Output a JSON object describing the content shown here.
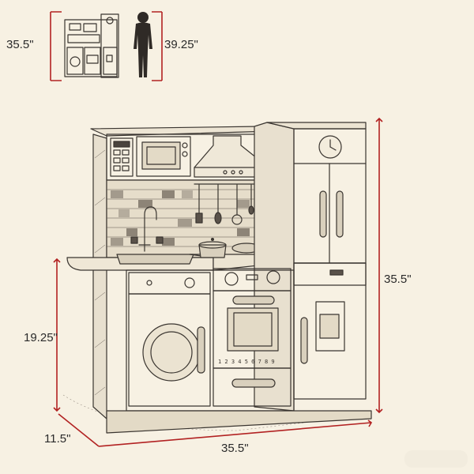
{
  "dimensions": {
    "thumb_width": "35.5\"",
    "thumb_height": "39.25\"",
    "height": "35.5\"",
    "counter_height": "19.25\"",
    "depth": "11.5\"",
    "width": "35.5\""
  },
  "oven_dial_digits": "1 2 3 4 5 6 7 8 9",
  "colors": {
    "paper": "#f7f1e3",
    "ink": "#3a3530",
    "dimension_red": "#b22222"
  },
  "icons": [
    "clock-icon",
    "faucet-icon",
    "pot-icon",
    "pan-icon",
    "washer-door-icon",
    "microwave-icon",
    "range-hood-icon",
    "child-silhouette-icon"
  ]
}
